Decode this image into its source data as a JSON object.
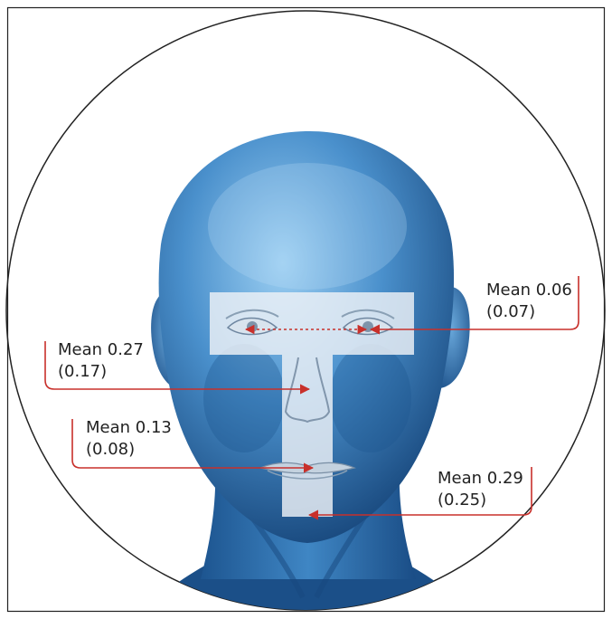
{
  "colors": {
    "border": "#222222",
    "leader": "#c8302b",
    "face_light": "#8cc3ea",
    "face_mid": "#3f86c4",
    "face_dark": "#123f73",
    "t_zone": "#eef2f6"
  },
  "annotations": [
    {
      "id": "eyes",
      "mean": "Mean 0.06",
      "sd": "(0.07)"
    },
    {
      "id": "nose",
      "mean": "Mean 0.27",
      "sd": "(0.17)"
    },
    {
      "id": "mouth",
      "mean": "Mean 0.13",
      "sd": "(0.08)"
    },
    {
      "id": "chin",
      "mean": "Mean 0.29",
      "sd": "(0.25)"
    }
  ]
}
